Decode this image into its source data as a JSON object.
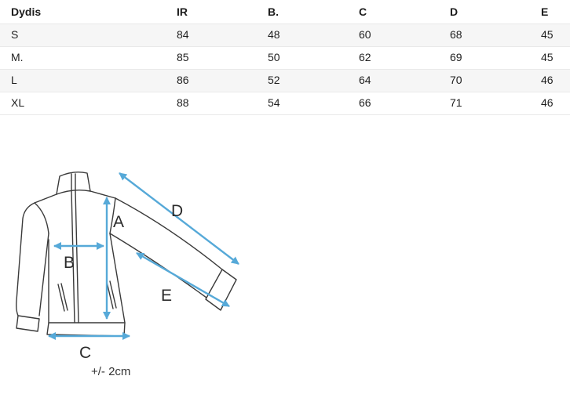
{
  "table": {
    "headers": [
      "Dydis",
      "IR",
      "B.",
      "C",
      "D",
      "E"
    ],
    "rows": [
      {
        "size": "S",
        "values": [
          "84",
          "48",
          "60",
          "68",
          "45"
        ]
      },
      {
        "size": "M.",
        "values": [
          "85",
          "50",
          "62",
          "69",
          "45"
        ]
      },
      {
        "size": "L",
        "values": [
          "86",
          "52",
          "64",
          "70",
          "46"
        ]
      },
      {
        "size": "XL",
        "values": [
          "88",
          "54",
          "66",
          "71",
          "46"
        ]
      }
    ]
  },
  "diagram": {
    "labels": {
      "a": "A",
      "b": "B",
      "c": "C",
      "d": "D",
      "e": "E"
    },
    "tolerance_note": "+/- 2cm",
    "colors": {
      "arrow": "#56a9d8",
      "outline": "#3a3a3a"
    }
  }
}
